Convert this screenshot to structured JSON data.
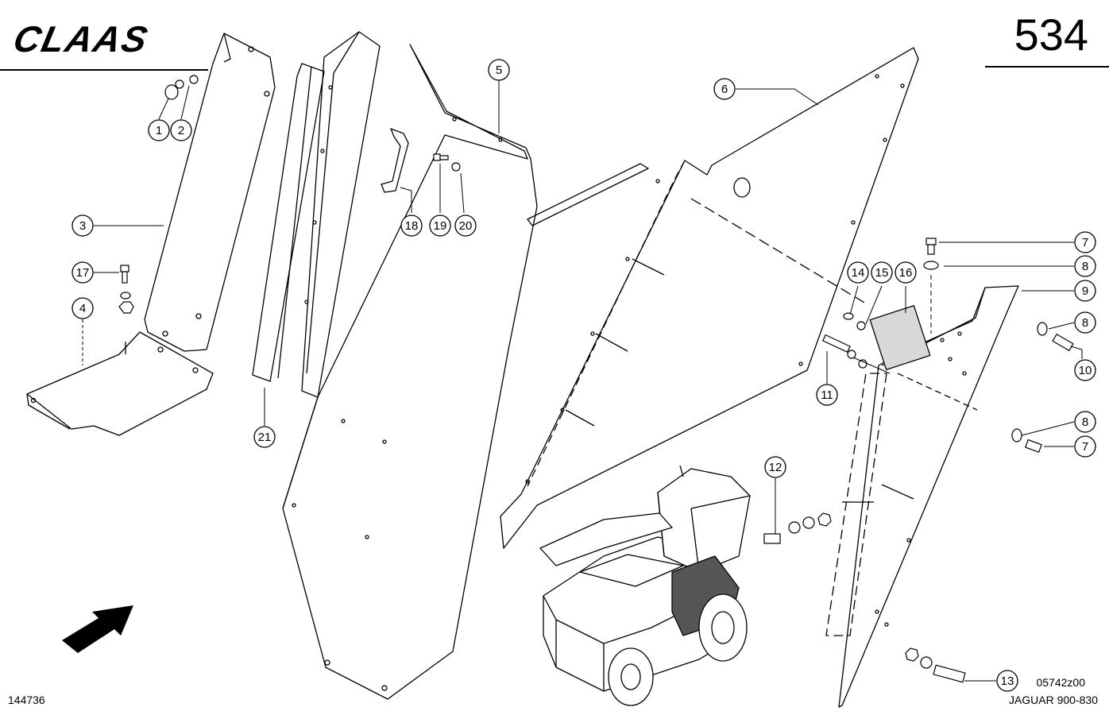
{
  "header": {
    "brand": "CLAAS",
    "page_number": "534"
  },
  "footer": {
    "figure_number": "144736",
    "drawing_code": "05742z00",
    "model": "JAGUAR 900-830"
  },
  "callouts": [
    "1",
    "2",
    "3",
    "4",
    "5",
    "6",
    "7",
    "7",
    "8",
    "8",
    "8",
    "9",
    "10",
    "11",
    "12",
    "13",
    "14",
    "15",
    "16",
    "17",
    "18",
    "19",
    "20",
    "21"
  ],
  "icons": {
    "direction_arrow": "arrow-up-right-icon",
    "machine_illustration": "forage-harvester-icon"
  }
}
